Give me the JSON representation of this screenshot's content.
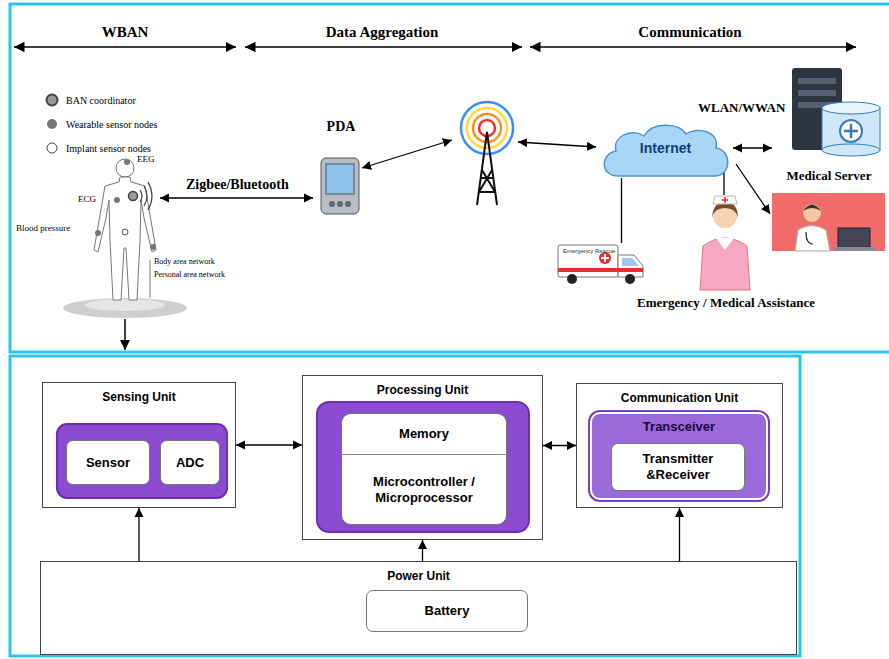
{
  "diagram": {
    "nodes": [
      {
        "text": [
          "PDA"
        ]
      },
      {
        "text": [
          "Internet"
        ]
      },
      {
        "text": [
          "Medical Server"
        ]
      },
      {
        "text": [
          "Emergency Rescue"
        ]
      },
      {
        "text": [
          "Sensing Unit"
        ]
      },
      {
        "text": [
          "Sensor"
        ],
        "in": 4
      },
      {
        "text": [
          "ADC"
        ],
        "in": 4
      },
      {
        "text": [
          "Processing Unit"
        ]
      },
      {
        "text": [
          "Memory",
          "Microcontroller / Microprocessor"
        ],
        "in": 7
      },
      {
        "text": [
          "Communication Unit"
        ]
      },
      {
        "text": [
          "Transceiver"
        ],
        "in": 9
      },
      {
        "text": [
          "Transmitter &Receiver"
        ],
        "in": 10
      },
      {
        "text": [
          "Power Unit"
        ]
      },
      {
        "text": [
          "Battery"
        ],
        "in": 12
      }
    ],
    "edges": [
      {
        "from": 1,
        "to": 2,
        "arrow": "both"
      },
      {
        "from": 1,
        "to": 3,
        "arrow": "none"
      },
      {
        "from": 4,
        "to": 7,
        "arrow": "both"
      },
      {
        "from": 7,
        "to": 9,
        "arrow": "both"
      },
      {
        "from": 12,
        "to": 4,
        "arrow": "to"
      },
      {
        "from": 12,
        "to": 7,
        "arrow": "to"
      },
      {
        "from": 12,
        "to": 9,
        "arrow": "to"
      }
    ],
    "labels": [
      "WBAN",
      "Data Aggregation",
      "Communication",
      "EEG",
      "ECG",
      "Blood pressure",
      "Body area network",
      "Personal area network",
      "Zigbee/Bluetooth",
      "WLAN/WWAN",
      "Emergency / Medical Assistance"
    ],
    "legend": [
      {
        "text": "BAN coordinator"
      },
      {
        "text": "Wearable sensor nodes"
      },
      {
        "text": "Implant sensor nodes"
      }
    ]
  }
}
